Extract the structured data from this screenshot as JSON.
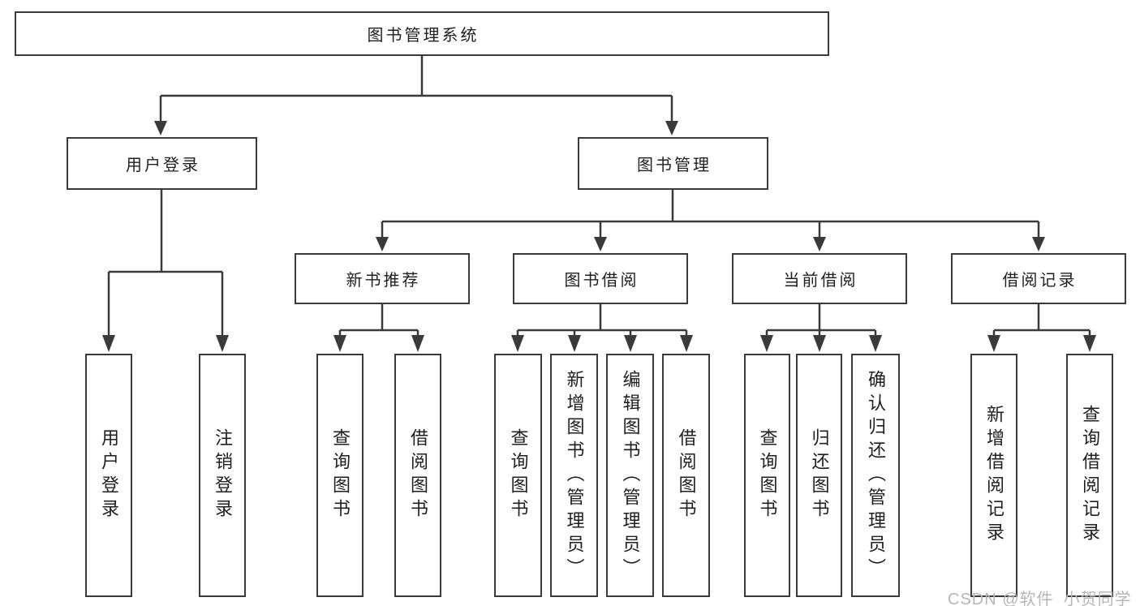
{
  "colors": {
    "line": "#3a3a3a",
    "node_border": "#3a3a3a",
    "text": "#1f1f1f",
    "watermark": "#b6b6b6",
    "background": "#ffffff"
  },
  "watermark": {
    "text": "CSDN @软件_小贺同学"
  },
  "tree": {
    "root": {
      "label": "图书管理系统",
      "children": [
        {
          "label": "用户登录",
          "children": [
            {
              "label": "用户登录"
            },
            {
              "label": "注销登录"
            }
          ]
        },
        {
          "label": "图书管理",
          "children": [
            {
              "label": "新书推荐",
              "children": [
                {
                  "label": "查询图书"
                },
                {
                  "label": "借阅图书"
                }
              ]
            },
            {
              "label": "图书借阅",
              "children": [
                {
                  "label": "查询图书"
                },
                {
                  "label": "新增图书（管理员）"
                },
                {
                  "label": "编辑图书（管理员）"
                },
                {
                  "label": "借阅图书"
                }
              ]
            },
            {
              "label": "当前借阅",
              "children": [
                {
                  "label": "查询图书"
                },
                {
                  "label": "归还图书"
                },
                {
                  "label": "确认归还（管理员）"
                }
              ]
            },
            {
              "label": "借阅记录",
              "children": [
                {
                  "label": "新增借阅记录"
                },
                {
                  "label": "查询借阅记录"
                }
              ]
            }
          ]
        }
      ]
    }
  }
}
